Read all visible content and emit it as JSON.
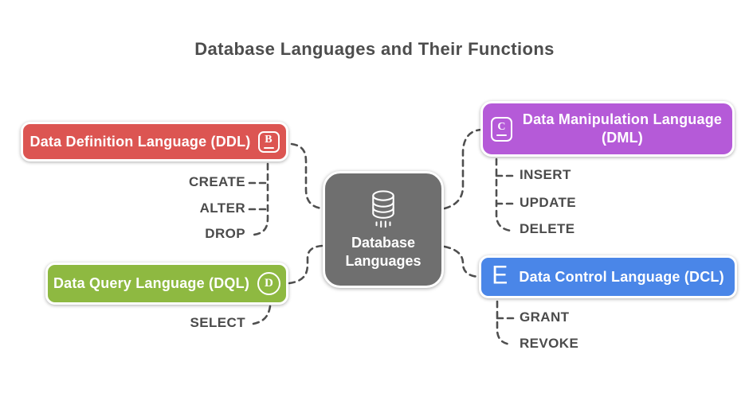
{
  "title": "Database Languages and Their Functions",
  "center": {
    "label": [
      "Database",
      "Languages"
    ],
    "icon": "database-icon"
  },
  "nodes": {
    "ddl": {
      "label": "Data Definition Language (DDL)",
      "icon_letter": "B",
      "color": "#DC5552",
      "functions": [
        "CREATE",
        "ALTER",
        "DROP"
      ]
    },
    "dml": {
      "label": "Data Manipulation Language (DML)",
      "icon_letter": "C",
      "color": "#B55AD8",
      "functions": [
        "INSERT",
        "UPDATE",
        "DELETE"
      ]
    },
    "dql": {
      "label": "Data Query Language (DQL)",
      "icon_letter": "D",
      "color": "#8EB941",
      "functions": [
        "SELECT"
      ]
    },
    "dcl": {
      "label": "Data Control Language (DCL)",
      "icon_letter": "E",
      "color": "#4A86E8",
      "functions": [
        "GRANT",
        "REVOKE"
      ]
    }
  },
  "style": {
    "background": "#ffffff",
    "title_color": "#4d4d4d",
    "keyword_color": "#4b4b4b",
    "connector_color": "#4f4f4f",
    "center_node_color": "#6F6F6F"
  }
}
